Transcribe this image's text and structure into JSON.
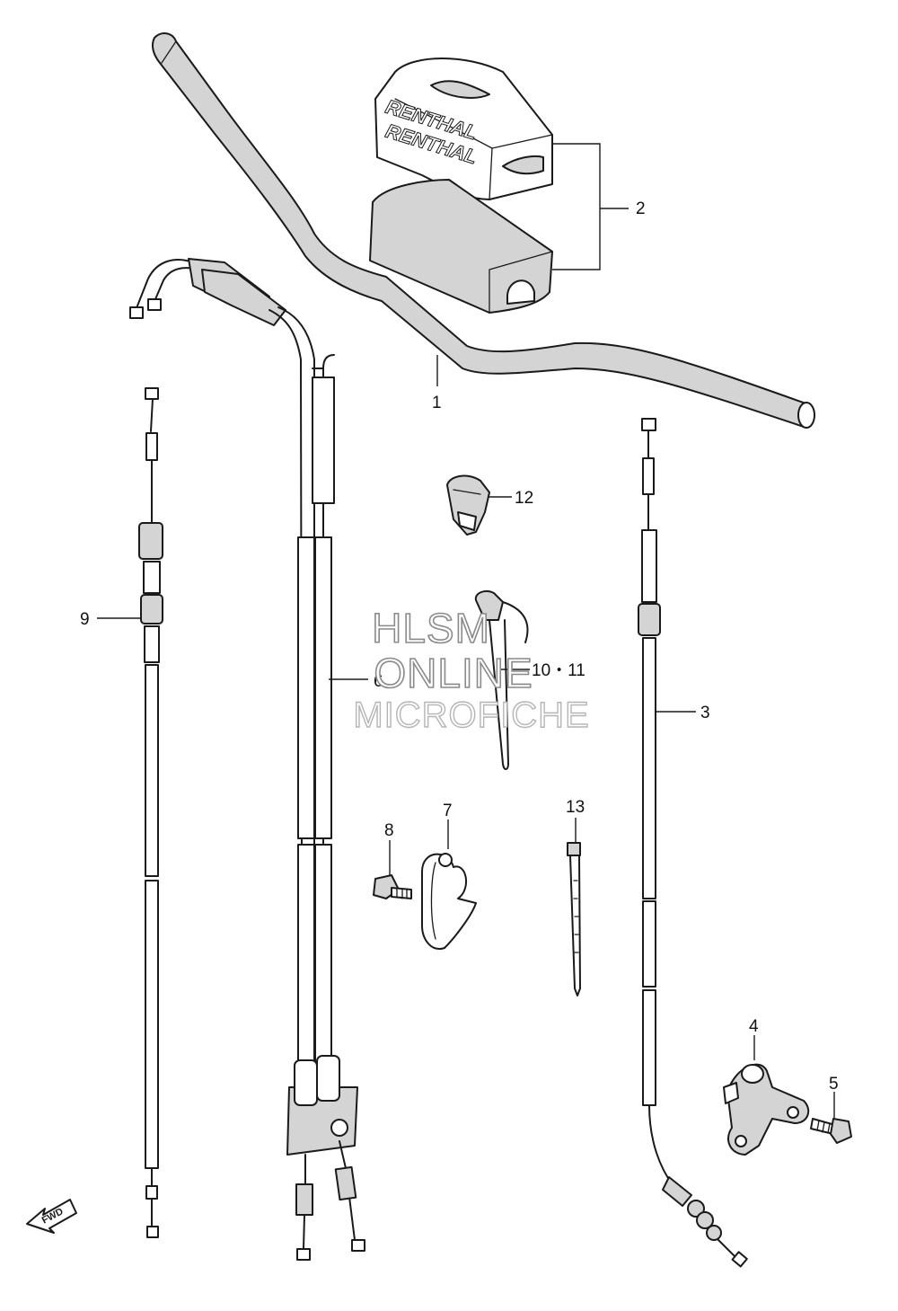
{
  "callouts": {
    "c1": "1",
    "c2": "2",
    "c3": "3",
    "c4": "4",
    "c5": "5",
    "c6": "6",
    "c7": "7",
    "c8": "8",
    "c9": "9",
    "c10_11": "10・11",
    "c12": "12",
    "c13": "13"
  },
  "pad_text": {
    "line1": "RENTHAL",
    "line2": "RENTHAL"
  },
  "fwd_arrow_text": "FWD",
  "watermark": {
    "line1": "HLSM",
    "line2": "ONLINE",
    "line3": "MICROFICHE"
  },
  "icons": {
    "fwd": "forward-direction-arrow-icon"
  }
}
